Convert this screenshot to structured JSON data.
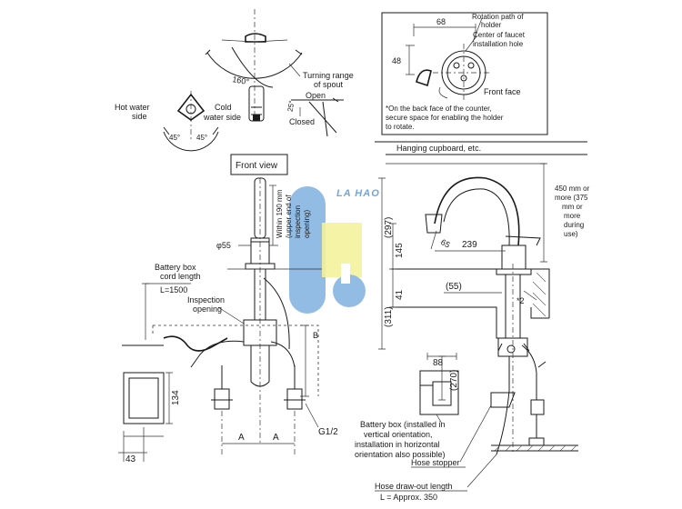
{
  "watermark": "LA HAO",
  "top_left": {
    "angle_spout": "160°",
    "turning_range": [
      "Turning range",
      "of spout"
    ],
    "angle_lever": "25°",
    "open": "Open",
    "closed": "Closed",
    "hot_side": [
      "Hot water",
      "side"
    ],
    "cold_side": [
      "Cold",
      "water side"
    ],
    "angle_left": "45°",
    "angle_right": "45°"
  },
  "top_right": {
    "rotation_path": [
      "Rotation path of",
      "holder"
    ],
    "center": [
      "Center of faucet",
      "installation hole"
    ],
    "dim_68": "68",
    "dim_48": "48",
    "front_face": "Front face",
    "note": [
      "*On the back face of the counter,",
      "secure space for enabling the holder",
      "to rotate."
    ]
  },
  "front_view": {
    "title": "Front view",
    "dia_55": "φ55",
    "within_190": [
      "Within 190 mm",
      "(upper end of",
      "inspection",
      "opening)"
    ],
    "battery_cord": [
      "Battery box",
      "cord length"
    ],
    "l1500": "L=1500",
    "inspection": [
      "Inspection",
      "opening"
    ],
    "dim_134": "134",
    "dim_43": "43",
    "dim_a1": "A",
    "dim_a2": "A",
    "dim_b": "B",
    "g12": "G1/2"
  },
  "side_view": {
    "hanging": "Hanging cupboard, etc.",
    "dim_450": [
      "450 mm or",
      "more (375",
      "mm or",
      "more",
      "during",
      "use)"
    ],
    "dim_297": "(297)",
    "dim_145": "145",
    "dim_65": "65",
    "dim_239": "239",
    "dim_55": "(55)",
    "dim_311": "(311)",
    "dim_41": "41",
    "star2": "*2",
    "dim_88": "88",
    "dim_270": "(270)",
    "battery_box": [
      "Battery box (installed in",
      "vertical orientation,",
      "installation in horizontal",
      "orientation also possible)"
    ],
    "hose_stopper": "Hose stopper",
    "hose_length": "Hose draw-out length",
    "hose_length_val": "L = Approx. 350"
  }
}
